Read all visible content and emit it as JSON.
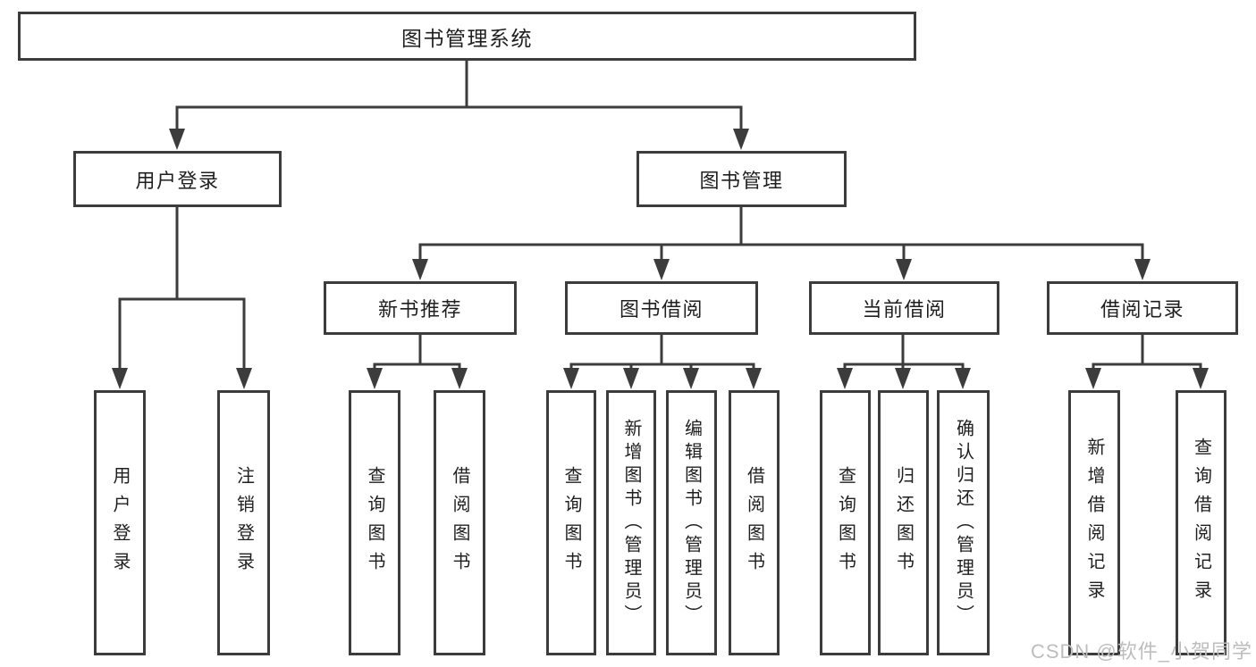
{
  "colors": {
    "line": "#3c3c3c",
    "text": "#1f1f1f",
    "watermark_gray": "#bdbdbd",
    "background": "#ffffff"
  },
  "tree": {
    "label": "图书管理系统",
    "children": [
      {
        "label": "用户登录",
        "children": [
          {
            "label": "用户登录"
          },
          {
            "label": "注销登录"
          }
        ]
      },
      {
        "label": "图书管理",
        "children": [
          {
            "label": "新书推荐",
            "children": [
              {
                "label": "查询图书"
              },
              {
                "label": "借阅图书"
              }
            ]
          },
          {
            "label": "图书借阅",
            "children": [
              {
                "label": "查询图书"
              },
              {
                "label": "新增图书（管理员）"
              },
              {
                "label": "编辑图书（管理员）"
              },
              {
                "label": "借阅图书"
              }
            ]
          },
          {
            "label": "当前借阅",
            "children": [
              {
                "label": "查询图书"
              },
              {
                "label": "归还图书"
              },
              {
                "label": "确认归还（管理员）"
              }
            ]
          },
          {
            "label": "借阅记录",
            "children": [
              {
                "label": "新增借阅记录"
              },
              {
                "label": "查询借阅记录"
              }
            ]
          }
        ]
      }
    ]
  },
  "watermark": "CSDN @软件_小贺同学"
}
